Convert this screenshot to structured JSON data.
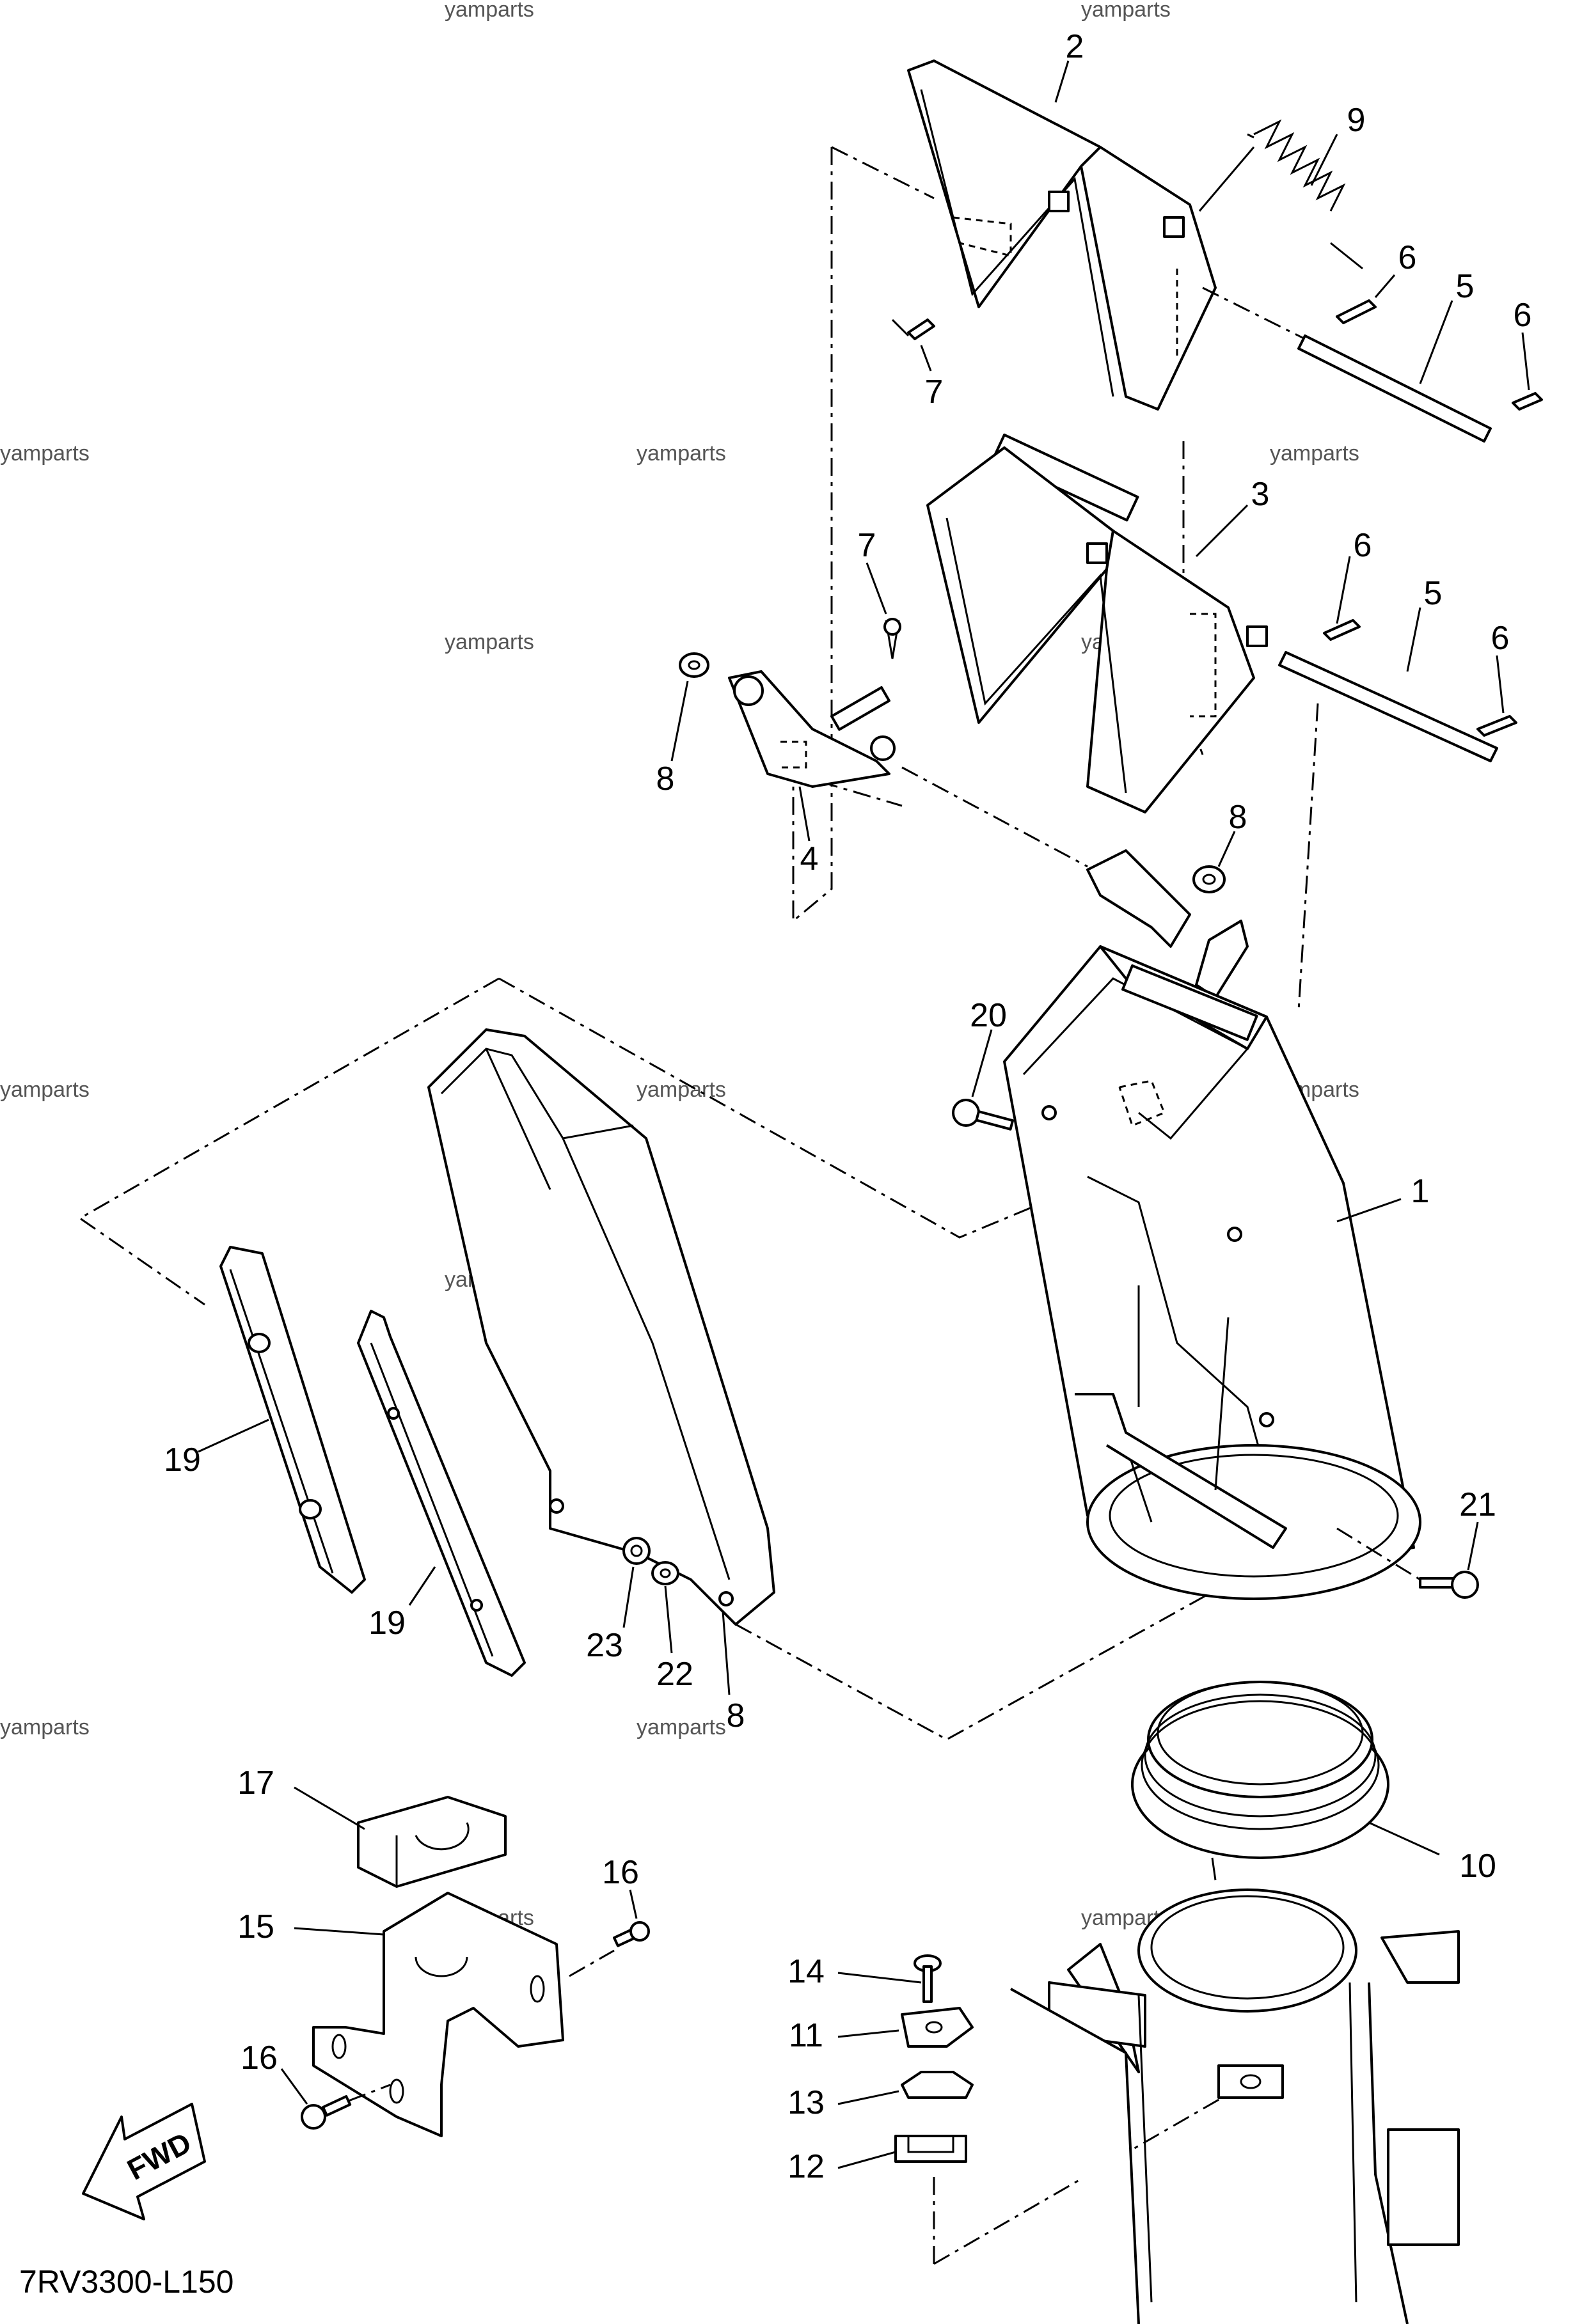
{
  "watermark": "yamparts",
  "diagram_code": "7RV3300-L150",
  "fwd_label": "FWD",
  "callouts": {
    "c1": "1",
    "c2": "2",
    "c3": "3",
    "c4": "4",
    "c5a": "5",
    "c5b": "5",
    "c6a": "6",
    "c6b": "6",
    "c6c": "6",
    "c6d": "6",
    "c7a": "7",
    "c7b": "7",
    "c8a": "8",
    "c8b": "8",
    "c8c": "8",
    "c9": "9",
    "c10": "10",
    "c11": "11",
    "c12": "12",
    "c13": "13",
    "c14": "14",
    "c15": "15",
    "c16a": "16",
    "c16b": "16",
    "c17": "17",
    "c19a": "19",
    "c19b": "19",
    "c20": "20",
    "c21": "21",
    "c22": "22",
    "c23": "23"
  }
}
